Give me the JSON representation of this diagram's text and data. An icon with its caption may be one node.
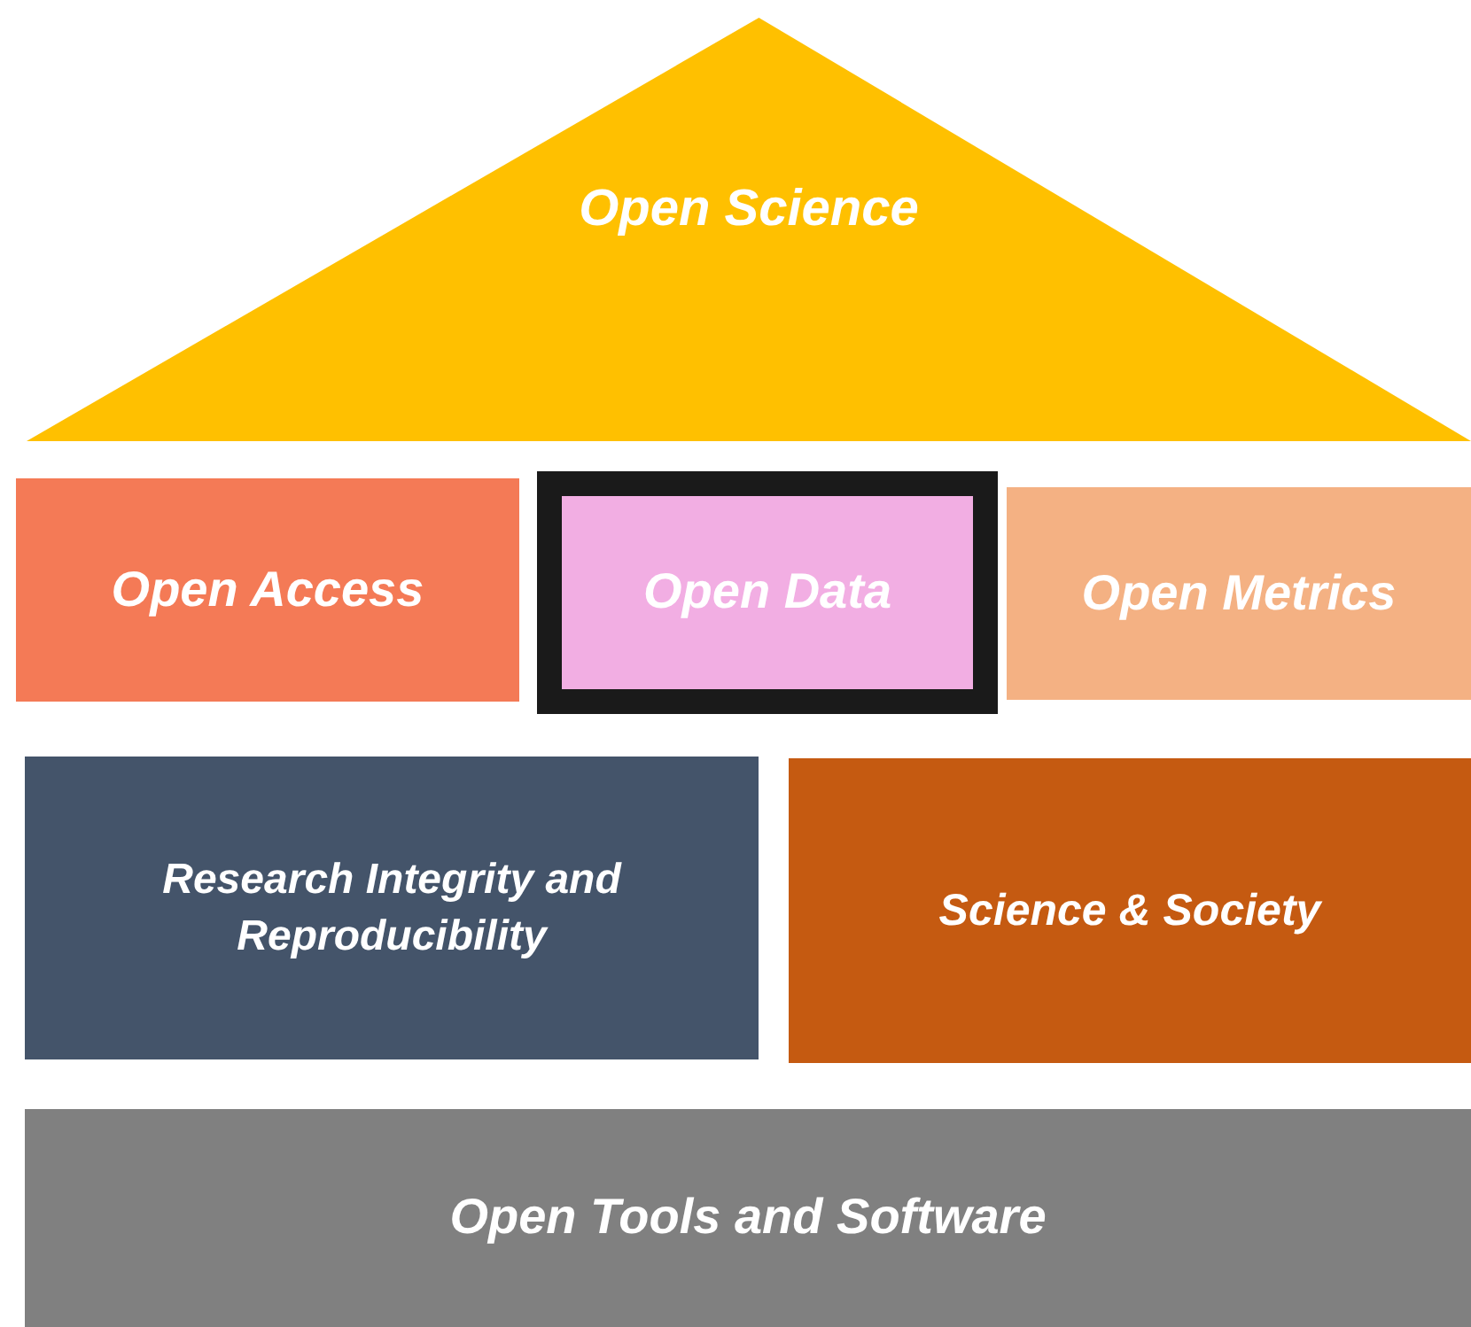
{
  "diagram": {
    "nodes": [
      {
        "text": [
          "Open Science"
        ]
      },
      {
        "text": [
          "Open Access"
        ]
      },
      {
        "text": [
          "Open Data"
        ]
      },
      {
        "text": [
          "Open Metrics"
        ]
      },
      {
        "text": [
          "Research Integrity and Reproducibility"
        ]
      },
      {
        "text": [
          "Science & Society"
        ]
      },
      {
        "text": [
          "Open Tools and Software"
        ]
      }
    ]
  }
}
